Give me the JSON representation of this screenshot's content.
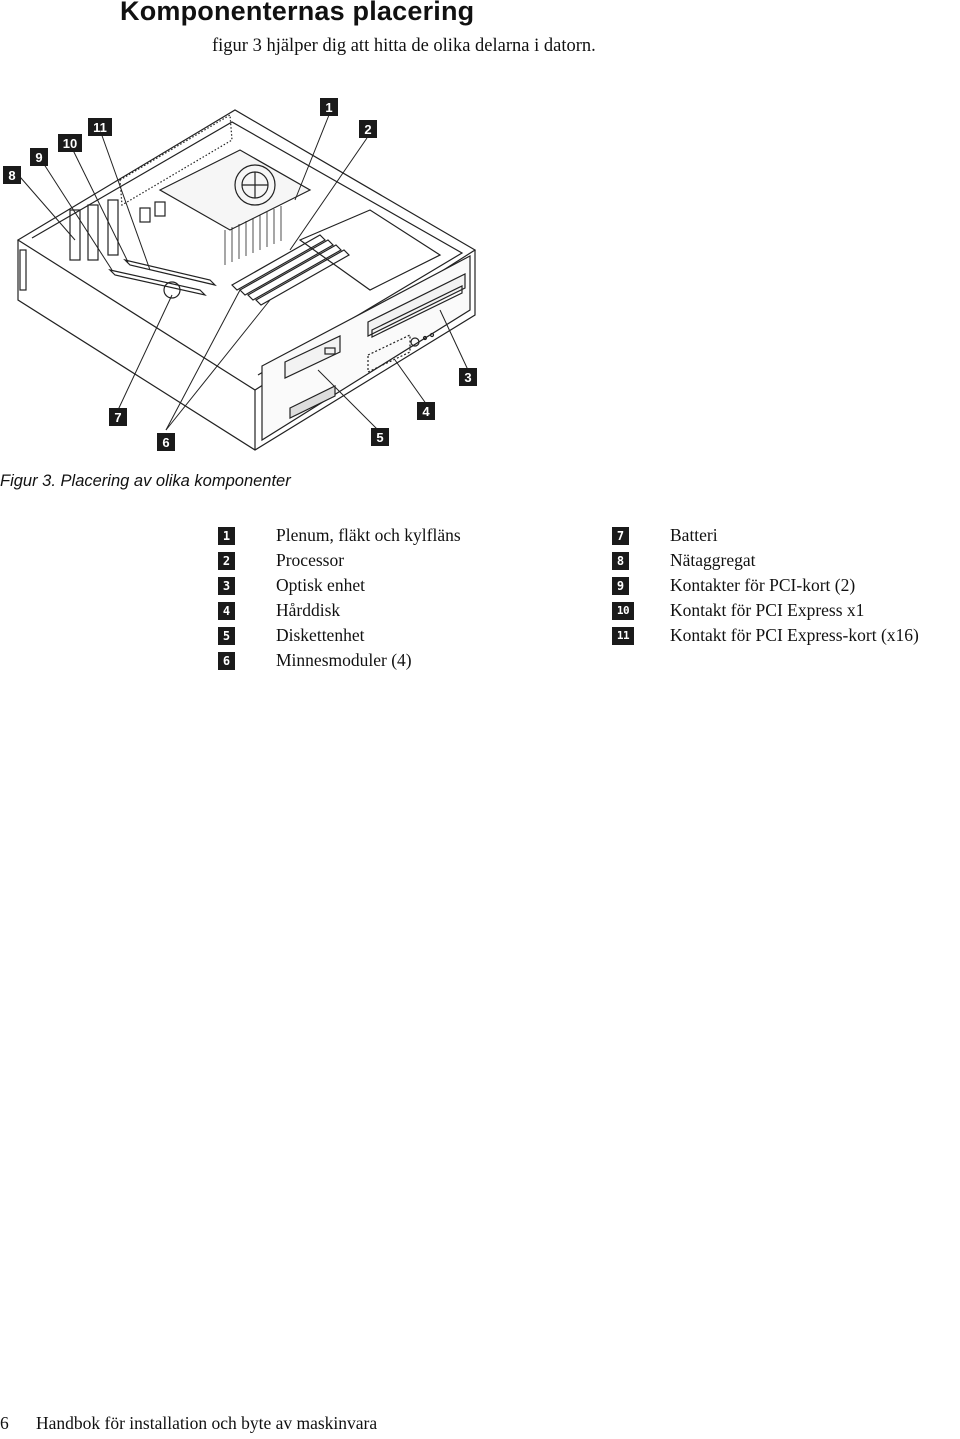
{
  "heading": "Komponenternas placering",
  "intro": "figur 3 hjälper dig att hitta de olika delarna i datorn.",
  "figure": {
    "callouts": [
      "1",
      "2",
      "3",
      "4",
      "5",
      "6",
      "7",
      "8",
      "9",
      "10",
      "11"
    ],
    "caption": "Figur 3. Placering av olika komponenter"
  },
  "legend": {
    "left": [
      {
        "num": "1",
        "text": "Plenum, fläkt och kylfläns"
      },
      {
        "num": "2",
        "text": "Processor"
      },
      {
        "num": "3",
        "text": "Optisk enhet"
      },
      {
        "num": "4",
        "text": "Hårddisk"
      },
      {
        "num": "5",
        "text": "Diskettenhet"
      },
      {
        "num": "6",
        "text": "Minnesmoduler (4)"
      }
    ],
    "right": [
      {
        "num": "7",
        "text": "Batteri"
      },
      {
        "num": "8",
        "text": "Nätaggregat"
      },
      {
        "num": "9",
        "text": "Kontakter för PCI-kort (2)"
      },
      {
        "num": "10",
        "text": "Kontakt för PCI Express x1"
      },
      {
        "num": "11",
        "text": "Kontakt för PCI Express-kort (x16)"
      }
    ]
  },
  "footer": {
    "page_number": "6",
    "book_title": "Handbok för installation och byte av maskinvara"
  }
}
